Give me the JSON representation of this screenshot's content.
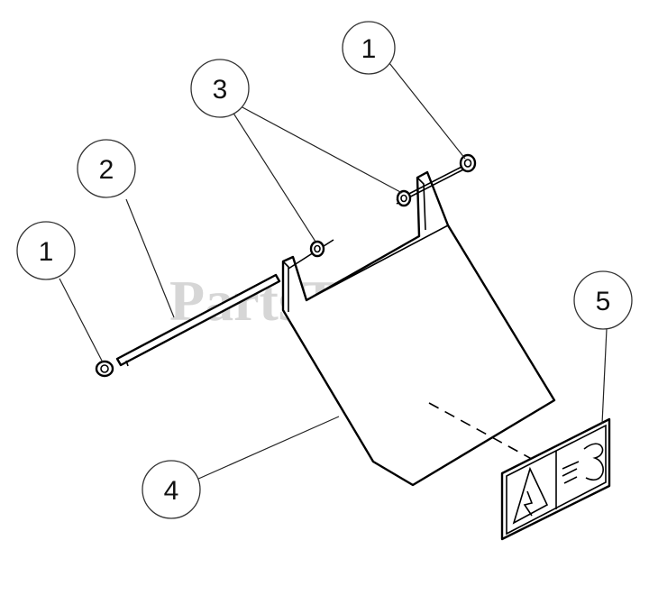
{
  "watermark": "PartsTree",
  "callouts": [
    {
      "id": "c1-top",
      "label": "1"
    },
    {
      "id": "c3",
      "label": "3"
    },
    {
      "id": "c2",
      "label": "2"
    },
    {
      "id": "c1-left",
      "label": "1"
    },
    {
      "id": "c5",
      "label": "5"
    },
    {
      "id": "c4",
      "label": "4"
    }
  ]
}
